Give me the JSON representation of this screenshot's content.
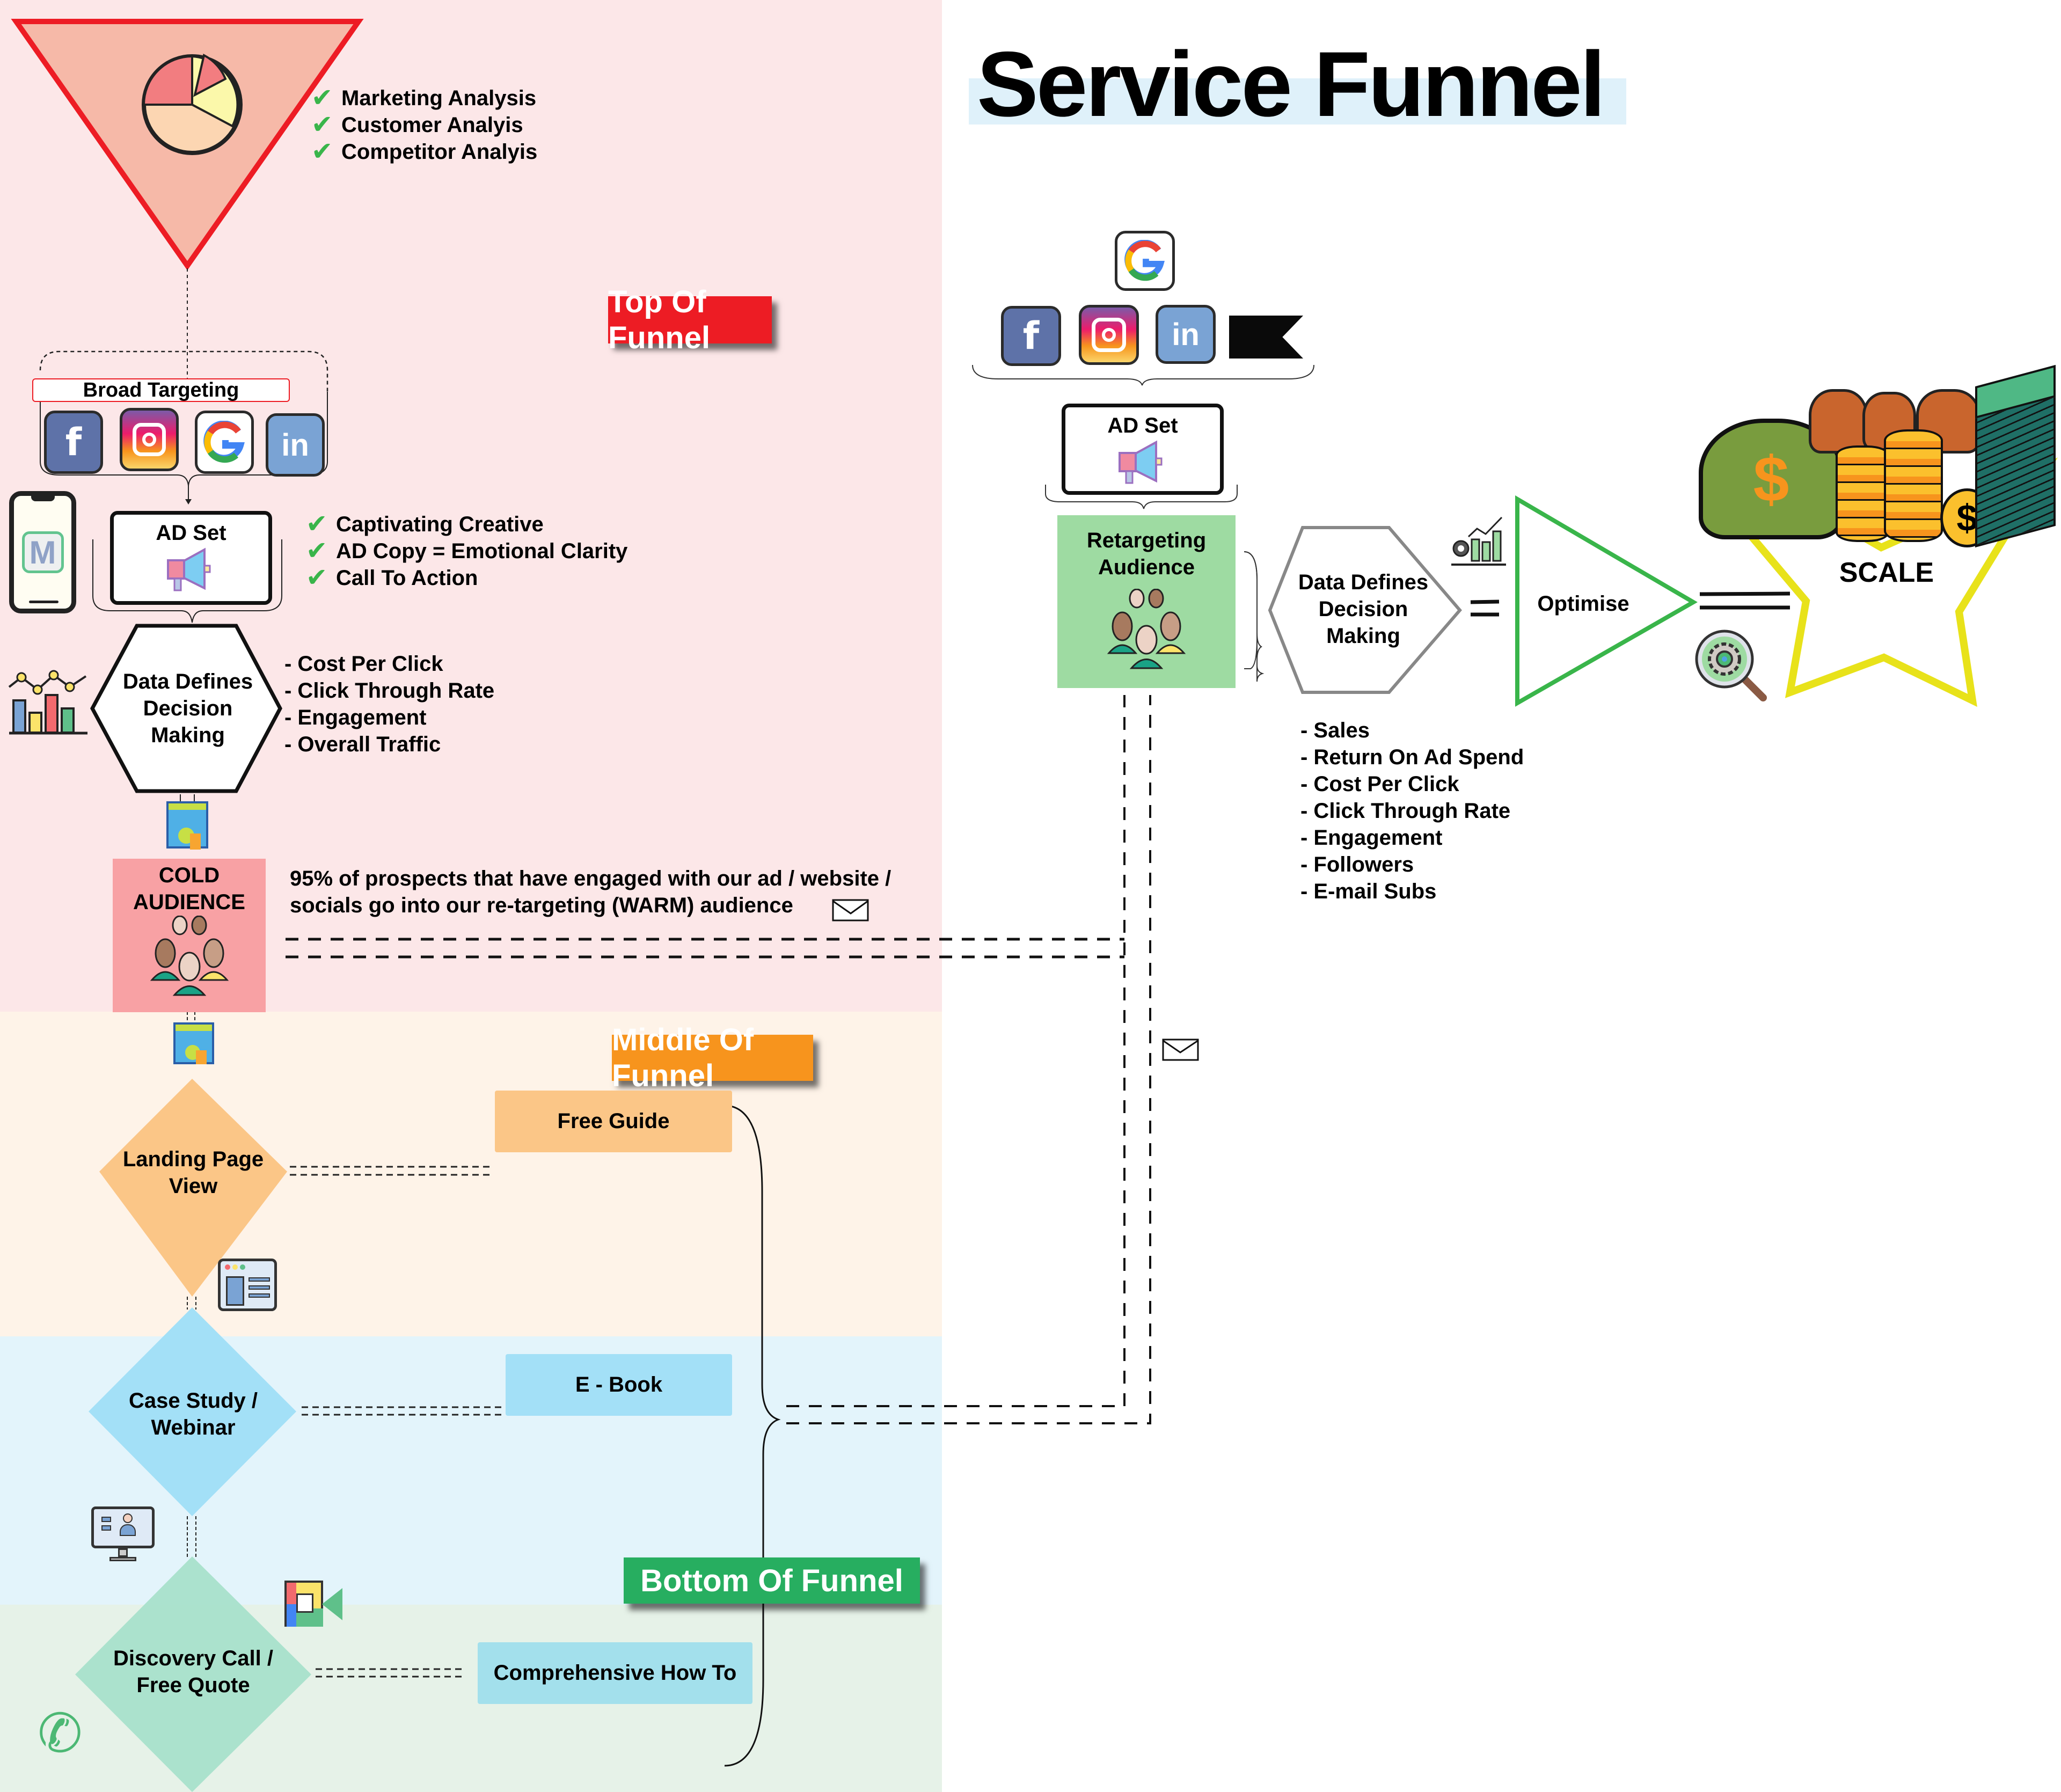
{
  "title": "Service Funnel",
  "stages": {
    "top": {
      "label": "Top Of Funnel",
      "color": "#ed1c24"
    },
    "middle": {
      "label": "Middle Of Funnel",
      "color": "#f7941d"
    },
    "bottom": {
      "label": "Bottom Of Funnel",
      "color": "#27ae60"
    }
  },
  "analysis": {
    "items": [
      "Marketing Analysis",
      "Customer Analyis",
      "Competitor Analyis"
    ]
  },
  "broad_targeting": {
    "label": "Broad Targeting",
    "platforms": [
      "facebook-icon",
      "instagram-icon",
      "google-icon",
      "linkedin-icon"
    ]
  },
  "ad_set": {
    "label": "AD Set",
    "checklist": [
      "Captivating Creative",
      "AD Copy = Emotional Clarity",
      "Call To Action"
    ]
  },
  "data_decision": {
    "label_lines": [
      "Data Defines",
      "Decision",
      "Making"
    ],
    "metrics": [
      "- Cost Per Click",
      "- Click Through Rate",
      "- Engagement",
      "- Overall Traffic"
    ]
  },
  "cold_audience": {
    "label_lines": [
      "COLD",
      "AUDIENCE"
    ],
    "note_lines": [
      "95% of prospects that have engaged with our ad / website /",
      "socials go into our re-targeting (WARM) audience"
    ],
    "color": "#f8a1a4"
  },
  "middle_funnel": {
    "landing": {
      "label_lines": [
        "Landing Page",
        "View"
      ],
      "offer": "Free Guide",
      "color": "#fbc687"
    },
    "case_study": {
      "label_lines": [
        "Case Study /",
        "Webinar"
      ],
      "offer": "E - Book",
      "color": "#a3e0f7"
    },
    "discovery": {
      "label_lines": [
        "Discovery Call /",
        "Free Quote"
      ],
      "offer": "Comprehensive How To",
      "color": "#a8e0cb"
    }
  },
  "retargeting": {
    "platforms": [
      "google-icon",
      "facebook-icon",
      "instagram-icon",
      "linkedin-icon",
      "flag-icon"
    ],
    "ad_set_label": "AD Set",
    "audience_lines": [
      "Retargeting",
      "Audience"
    ],
    "audience_color": "#9edba2",
    "decision_lines": [
      "Data Defines",
      "Decision",
      "Making"
    ],
    "equals": "=",
    "optimise": "Optimise",
    "scale": "SCALE",
    "metrics": [
      "- Sales",
      "- Return On Ad Spend",
      "- Cost Per Click",
      "- Click Through Rate",
      "- Engagement",
      "- Followers",
      "- E-mail Subs"
    ]
  }
}
